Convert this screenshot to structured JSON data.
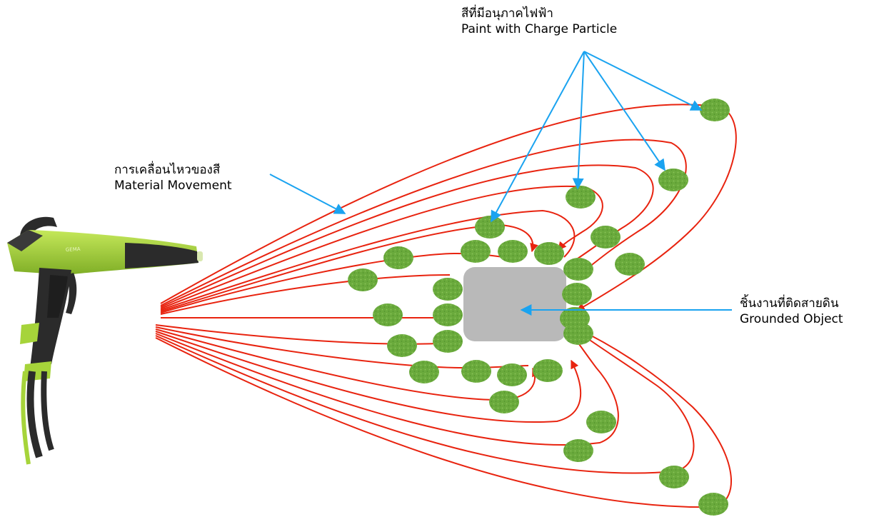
{
  "labels": {
    "charge_particle": {
      "line1": "สีที่มีอนุภาคไฟฟ้า",
      "line2": "Paint with Charge Particle"
    },
    "movement": {
      "line1": "การเคลื่อนไหวของสี",
      "line2": "Material Movement"
    },
    "grounded": {
      "line1": "ชิ้นงานที่ติดสายดิน",
      "line2": "Grounded Object"
    }
  },
  "colors": {
    "field_line": "#e8230f",
    "pointer_arrow": "#1aa3f0",
    "particle": "#6aaa3c",
    "grounded_object": "#b9b9b9",
    "spray_gun_body": "#a6d43a",
    "spray_gun_grip": "#2b2b2b"
  },
  "icons": {
    "spray_gun": "spray-gun-icon"
  }
}
